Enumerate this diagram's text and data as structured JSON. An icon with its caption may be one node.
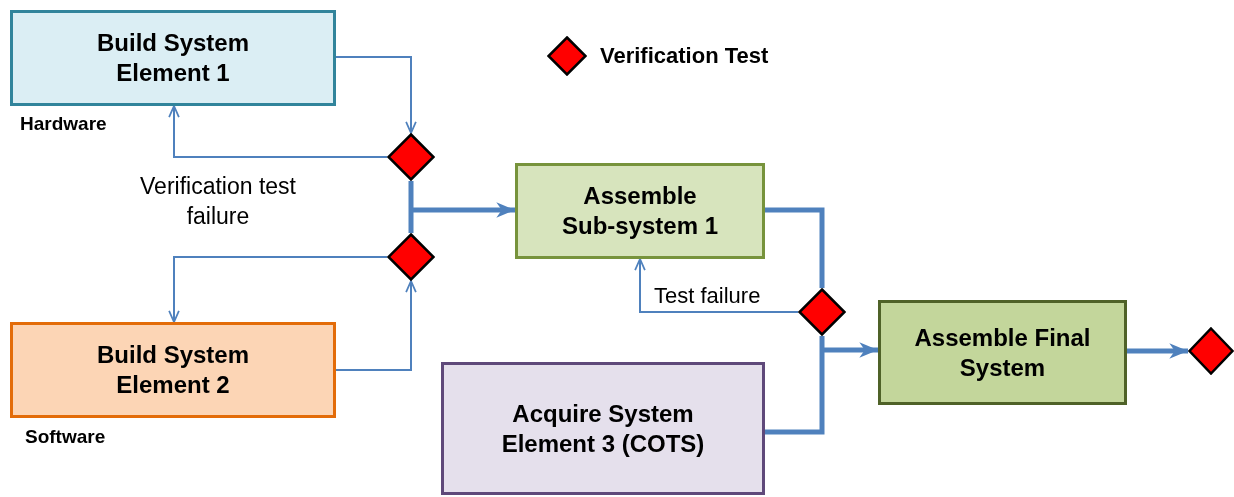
{
  "diagram": {
    "nodes": [
      {
        "text": [
          "Build System Element 1"
        ],
        "beside": [
          "Hardware"
        ]
      },
      {
        "text": [],
        "shape": "diamond"
      },
      {
        "text": [
          "Build System Element 2"
        ],
        "beside": [
          "Software"
        ]
      },
      {
        "text": [],
        "shape": "diamond"
      },
      {
        "text": [
          "Assemble Sub-system 1"
        ]
      },
      {
        "text": [],
        "shape": "diamond"
      },
      {
        "text": [
          "Acquire System Element 3 (COTS)"
        ]
      },
      {
        "text": [
          "Assemble Final System"
        ]
      },
      {
        "text": [],
        "shape": "diamond"
      }
    ],
    "edges": [
      {
        "from": 0,
        "to": 1,
        "arrow": "to"
      },
      {
        "from": 1,
        "to": 0,
        "arrow": "to"
      },
      {
        "from": 2,
        "to": 3,
        "arrow": "to"
      },
      {
        "from": 3,
        "to": 2,
        "arrow": "to"
      },
      {
        "from": 1,
        "to": 4,
        "arrow": "to"
      },
      {
        "from": 3,
        "to": 4,
        "arrow": "to"
      },
      {
        "from": 4,
        "to": 5,
        "arrow": "none"
      },
      {
        "from": 5,
        "to": 4,
        "arrow": "to",
        "label": "Test failure"
      },
      {
        "from": 5,
        "to": 7,
        "arrow": "to"
      },
      {
        "from": 6,
        "to": 7,
        "arrow": "to"
      },
      {
        "from": 7,
        "to": 8,
        "arrow": "to"
      }
    ],
    "labels": [
      "Verification test failure"
    ],
    "legend": [
      {
        "text": "Verification Test"
      }
    ]
  }
}
